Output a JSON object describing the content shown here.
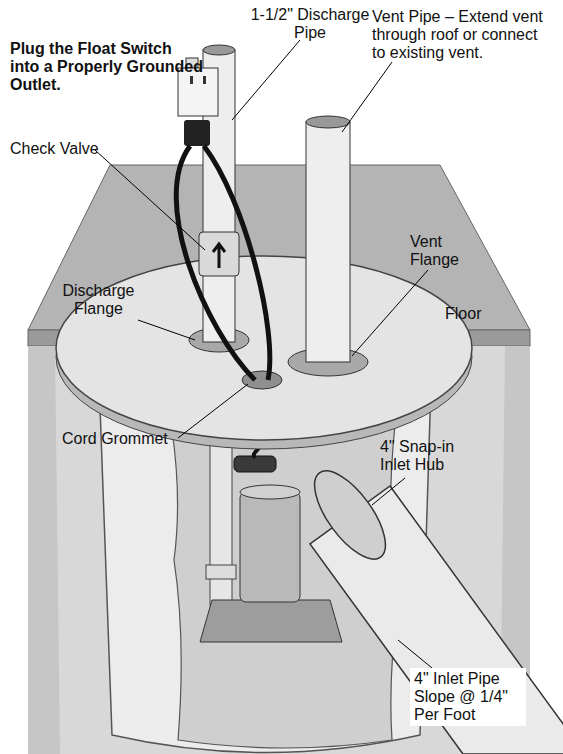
{
  "diagram": {
    "labels": [
      "Plug the Float Switch into a Properly Grounded Outlet.",
      "1-1/2\" Discharge Pipe",
      "Vent Pipe – Extend vent through roof or connect to existing vent.",
      "Check Valve",
      "Vent Flange",
      "Discharge Flange",
      "Floor",
      "Cord Grommet",
      "4\" Snap-in Inlet Hub",
      "4\" Inlet Pipe Slope @ 1/4\" Per Foot"
    ]
  }
}
